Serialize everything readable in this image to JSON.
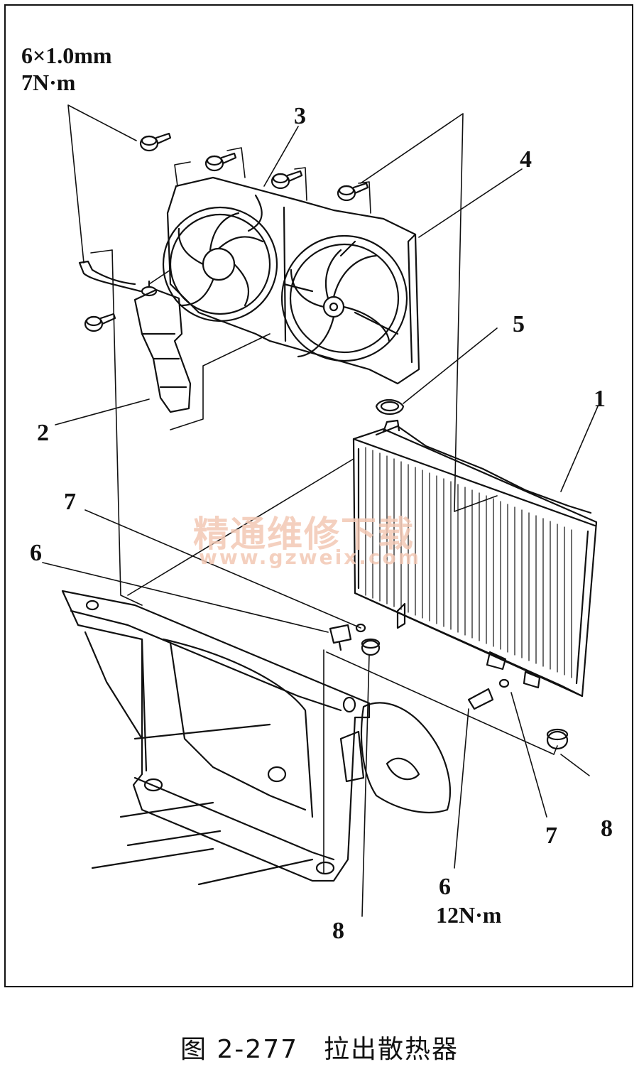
{
  "figure": {
    "watermark_cn": "精通维修下载",
    "watermark_url": "www.gzweix.com",
    "spec_bolt_line1": "6×1.0mm",
    "spec_bolt_line2": "7N·m",
    "spec_drain_torque": "12N·m",
    "callouts": {
      "c1": "1",
      "c2": "2",
      "c3": "3",
      "c4": "4",
      "c5": "5",
      "c6a": "6",
      "c6b": "6",
      "c7a": "7",
      "c7b": "7",
      "c8a": "8",
      "c8b": "8"
    }
  },
  "caption": {
    "number": "图 2-277",
    "title": "拉出散热器"
  }
}
